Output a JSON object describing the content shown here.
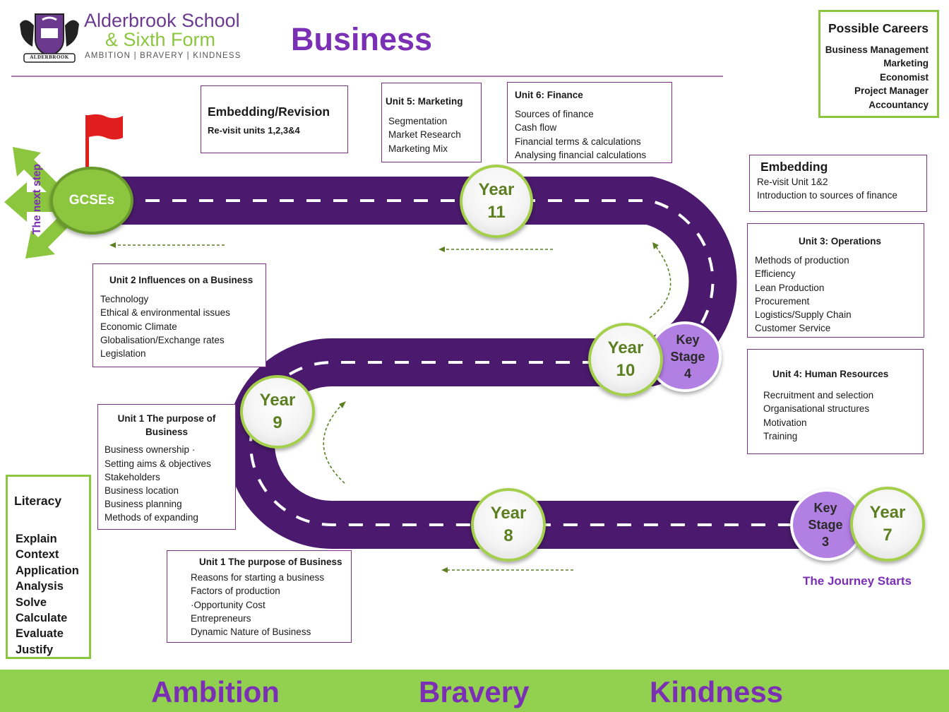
{
  "header": {
    "school_name_line1": "Alderbrook School",
    "school_name_line2": "& Sixth Form",
    "motto": "AMBITION | BRAVERY | KINDNESS",
    "crest_banner": "ALDERBROOK",
    "subject_title": "Business"
  },
  "careers": {
    "title": "Possible Careers",
    "items": [
      "Business Management",
      "Marketing",
      "Economist",
      "Project Manager",
      "Accountancy"
    ]
  },
  "milestones": {
    "gcse": "GCSEs",
    "next_step": "The next step",
    "year11": [
      "Year",
      "11"
    ],
    "year10": [
      "Year",
      "10"
    ],
    "year9": [
      "Year",
      "9"
    ],
    "year8": [
      "Year",
      "8"
    ],
    "year7": [
      "Year",
      "7"
    ],
    "ks4": [
      "Key",
      "Stage",
      "4"
    ],
    "ks3": [
      "Key",
      "Stage",
      "3"
    ],
    "journey_starts": "The Journey Starts"
  },
  "boxes": {
    "embedding_revision": {
      "title": "Embedding/Revision",
      "items": [
        "Re-visit units 1,2,3&4"
      ]
    },
    "unit5": {
      "title": "Unit 5: Marketing",
      "items": [
        "Segmentation",
        "Market Research",
        "Marketing Mix"
      ]
    },
    "unit6": {
      "title": "Unit 6: Finance",
      "items": [
        "Sources of finance",
        "Cash flow",
        "Financial terms & calculations",
        "Analysing financial calculations"
      ]
    },
    "embedding": {
      "title": "Embedding",
      "items": [
        "Re-visit Unit 1&2",
        "Introduction to sources of finance"
      ]
    },
    "unit3": {
      "title": "Unit 3: Operations",
      "items": [
        "Methods of production",
        "Efficiency",
        "Lean Production",
        "Procurement",
        "Logistics/Supply Chain",
        "Customer Service"
      ]
    },
    "unit4": {
      "title": "Unit 4: Human Resources",
      "items": [
        "Recruitment and selection",
        "Organisational structures",
        "Motivation",
        "Training"
      ]
    },
    "unit2": {
      "title": "Unit 2 Influences on a Business",
      "items": [
        "Technology",
        "Ethical & environmental issues",
        "Economic Climate",
        "Globalisation/Exchange rates",
        "Legislation"
      ]
    },
    "unit1_y9": {
      "title_lines": [
        "Unit 1 The purpose of",
        "Business"
      ],
      "items": [
        "Business ownership ·",
        "Setting aims & objectives",
        "Stakeholders",
        "Business location",
        "Business planning",
        "Methods of expanding"
      ]
    },
    "unit1_y8": {
      "title": "Unit 1 The purpose of Business",
      "items": [
        "Reasons for starting a business",
        "Factors of production",
        "·Opportunity  Cost",
        "Entrepreneurs",
        "Dynamic Nature of Business"
      ]
    }
  },
  "literacy": {
    "title": "Literacy",
    "items": [
      "Explain",
      "Context",
      "Application",
      "Analysis",
      "Solve",
      "Calculate",
      "Evaluate",
      "Justify"
    ]
  },
  "footer": {
    "values": [
      "Ambition",
      "Bravery",
      "Kindness"
    ]
  },
  "colors": {
    "road": "#4b1a6e",
    "accent_purple": "#7b2fb5",
    "green": "#8cc63f",
    "year_text": "#5c7f22",
    "ks_fill": "#b27fe3",
    "footer_bg": "#92d050"
  }
}
